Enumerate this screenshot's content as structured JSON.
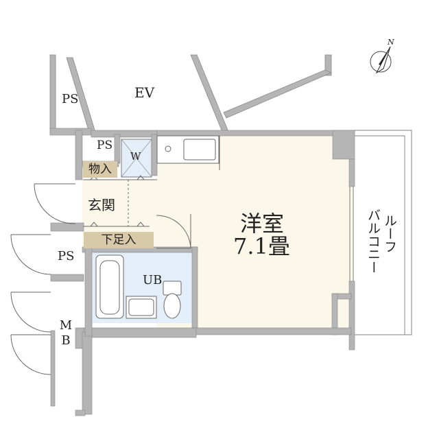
{
  "compass": {
    "north_label": "N"
  },
  "rooms": {
    "ev": "EV",
    "ps_top_left": "PS",
    "ps_small": "PS",
    "ps_lower": "PS",
    "mb": "MB",
    "washer": "W",
    "storage": "物入",
    "entrance": "玄関",
    "shoe_rack": "下足入",
    "bath": "UB",
    "western_room": "洋室",
    "western_room_size": "7.1畳",
    "roof_balcony_col1": "バルコニー",
    "roof_balcony_col2": "ルーフ"
  },
  "colors": {
    "wall": "#b5b5b5",
    "room_floor": "#fbf8ea",
    "bath_floor": "#e3eef8",
    "tag": "#d8c9a8"
  }
}
